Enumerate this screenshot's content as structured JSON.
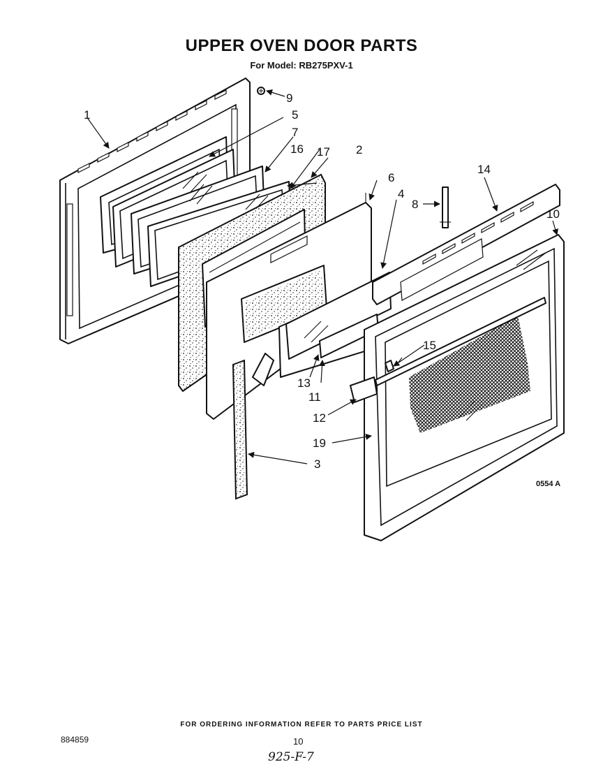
{
  "header": {
    "title": "UPPER OVEN DOOR PARTS",
    "subtitle": "For Model: RB275PXV-1"
  },
  "diagram": {
    "code": "0554 A",
    "callouts": [
      {
        "id": "c1",
        "label": "1"
      },
      {
        "id": "c2",
        "label": "2"
      },
      {
        "id": "c3",
        "label": "3"
      },
      {
        "id": "c4",
        "label": "4"
      },
      {
        "id": "c5",
        "label": "5"
      },
      {
        "id": "c6",
        "label": "6"
      },
      {
        "id": "c7",
        "label": "7"
      },
      {
        "id": "c8",
        "label": "8"
      },
      {
        "id": "c9",
        "label": "9"
      },
      {
        "id": "c10",
        "label": "10"
      },
      {
        "id": "c11",
        "label": "11"
      },
      {
        "id": "c12",
        "label": "12"
      },
      {
        "id": "c13",
        "label": "13"
      },
      {
        "id": "c14",
        "label": "14"
      },
      {
        "id": "c15",
        "label": "15"
      },
      {
        "id": "c16",
        "label": "16"
      },
      {
        "id": "c17",
        "label": "17"
      },
      {
        "id": "c19",
        "label": "19"
      }
    ]
  },
  "footer": {
    "ordering_note": "FOR ORDERING INFORMATION REFER TO PARTS PRICE LIST",
    "document_number": "884859",
    "page_number": "10",
    "handwritten_note": "925-F-7"
  }
}
